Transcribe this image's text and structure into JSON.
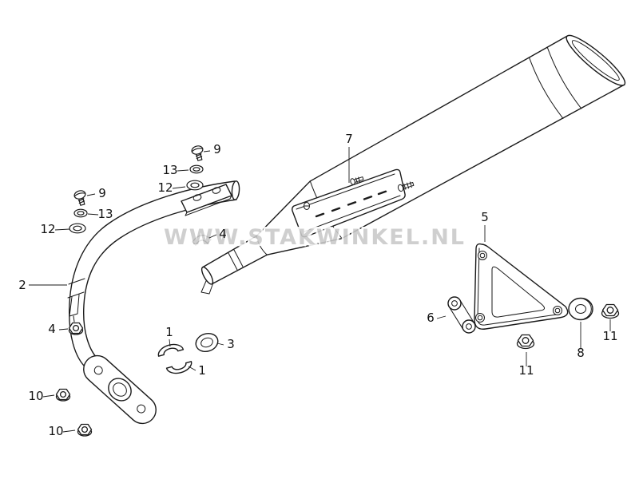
{
  "diagram": {
    "type": "exploded-parts-diagram",
    "subject": "exhaust-assembly",
    "background": "#ffffff",
    "line_color": "#1a1a1a"
  },
  "watermark": {
    "text": "WWW.STAKWINKEL.NL",
    "color": "#c9c9c9"
  },
  "callouts": [
    {
      "part": "9",
      "target": "screw-upper"
    },
    {
      "part": "13",
      "target": "spring-washer-upper"
    },
    {
      "part": "12",
      "target": "flat-washer-upper"
    },
    {
      "part": "9",
      "target": "screw-left"
    },
    {
      "part": "13",
      "target": "spring-washer-left"
    },
    {
      "part": "12",
      "target": "flat-washer-left"
    },
    {
      "part": "4",
      "target": "clamp-saddle"
    },
    {
      "part": "2",
      "target": "header-pipe"
    },
    {
      "part": "4",
      "target": "clamp-nut"
    },
    {
      "part": "1",
      "target": "split-collar-upper"
    },
    {
      "part": "3",
      "target": "sealing-ring"
    },
    {
      "part": "1",
      "target": "split-collar-lower"
    },
    {
      "part": "10",
      "target": "flange-stud-nut-upper"
    },
    {
      "part": "10",
      "target": "flange-stud-nut-lower"
    },
    {
      "part": "7",
      "target": "heat-shield"
    },
    {
      "part": "5",
      "target": "mounting-bracket"
    },
    {
      "part": "6",
      "target": "bracket-arm"
    },
    {
      "part": "8",
      "target": "rubber-bushing"
    },
    {
      "part": "11",
      "target": "mount-nut-left"
    },
    {
      "part": "11",
      "target": "mount-nut-right"
    }
  ]
}
